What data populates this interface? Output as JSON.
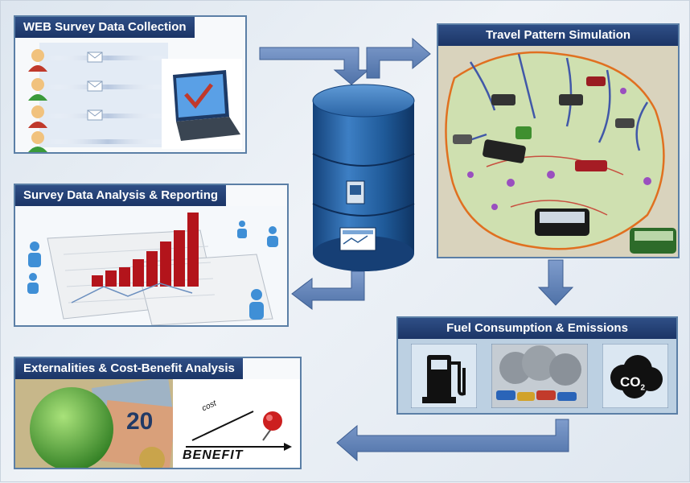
{
  "panels": {
    "web_survey": {
      "title": "WEB Survey Data Collection"
    },
    "analysis": {
      "title": "Survey Data Analysis & Reporting"
    },
    "externalities": {
      "title": "Externalities & Cost-Benefit Analysis",
      "cost_label": "cost",
      "benefit_label": "BENEFIT",
      "banknote_label": "20"
    },
    "travel": {
      "title": "Travel Pattern Simulation"
    },
    "fuel": {
      "title": "Fuel Consumption & Emissions",
      "co2_main": "CO",
      "co2_sub": "2"
    }
  },
  "icons": [
    "user-icon",
    "envelope-icon",
    "laptop-icon",
    "database-icon",
    "fuel-pump-icon",
    "smog-cars-icon",
    "co2-cloud-icon",
    "globe-icon",
    "pushpin-icon",
    "bus-icon"
  ],
  "colors": {
    "title_bar": "#1b3566",
    "panel_border": "#5b7fa6",
    "arrow": "#5577aa",
    "database": "#1f5a99",
    "bar_red": "#b3141b"
  }
}
